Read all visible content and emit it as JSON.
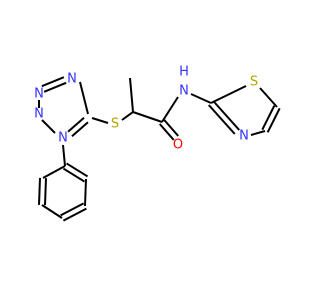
{
  "colors": {
    "bond": "#000000",
    "N": "#3333ff",
    "S": "#b2a600",
    "O": "#ff0000",
    "background": "#ffffff"
  },
  "atoms": {
    "n1": {
      "label": "N",
      "element": "N"
    },
    "n2": {
      "label": "N",
      "element": "N"
    },
    "n3": {
      "label": "N",
      "element": "N"
    },
    "n4": {
      "label": "N",
      "element": "N"
    },
    "s_thioether": {
      "label": "S",
      "element": "S"
    },
    "o_carbonyl": {
      "label": "O",
      "element": "O"
    },
    "nh_amide": {
      "label": "N",
      "element": "N"
    },
    "h_amide": {
      "label": "H",
      "element": "N"
    },
    "s_thiazole": {
      "label": "S",
      "element": "S"
    },
    "n_thiazole": {
      "label": "N",
      "element": "N"
    }
  }
}
